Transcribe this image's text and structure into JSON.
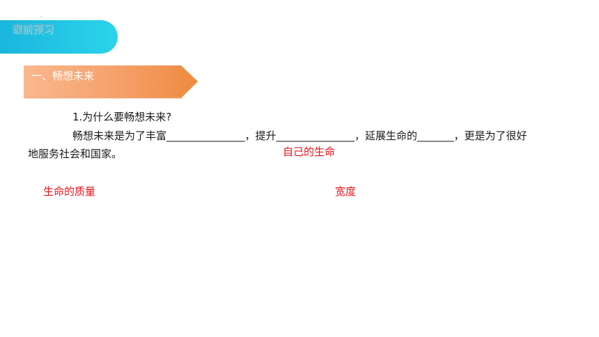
{
  "header": {
    "marker": ".",
    "preview_label": "课前预习"
  },
  "section": {
    "title": "一、畅想未来"
  },
  "content": {
    "question": "1.为什么要畅想未来?",
    "answer_line1": "畅想未来是为了丰富_______________，提升_______________，延展生命的_______，更是为了很好",
    "answer_line2": "地服务社会和国家。"
  },
  "answers": {
    "blank1": "自己的生命",
    "blank2": "生命的质量",
    "blank3": "宽度"
  },
  "colors": {
    "preview_banner": "#1ab6dd",
    "section_banner": "#ef8a3e",
    "answer_text": "#e8141c"
  }
}
